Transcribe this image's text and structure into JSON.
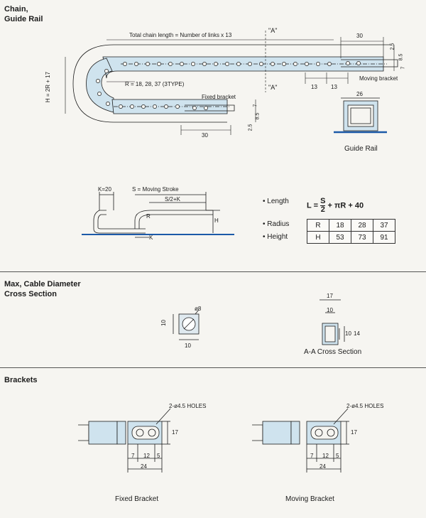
{
  "section_chain": {
    "title_line1": "Chain,",
    "title_line2": "Guide Rail",
    "total_length_label": "Total chain length = Number of links x 13",
    "a_marker": "\"A\"",
    "dim_30": "30",
    "dim_2_5": "2.5",
    "dim_8_5": "8.5",
    "dim_7": "7",
    "moving_bracket": "Moving bracket",
    "dim_13a": "13",
    "dim_13b": "13",
    "radius_label": "R = 18, 28, 37 (3TYPE)",
    "height_label": "H = 2R + 17",
    "fixed_bracket": "Fixed bracket",
    "dim_26": "26",
    "guide_rail": "Guide Rail"
  },
  "stroke": {
    "k20": "K=20",
    "moving_stroke": "S = Moving Stroke",
    "s2k": "S/2+K",
    "r": "R",
    "h": "H",
    "k": "K"
  },
  "formula": {
    "length_label": "Length",
    "l_prefix": "L =",
    "numerator": "S",
    "denominator": "2",
    "tail": "+ πR + 40",
    "radius_label": "Radius",
    "height_label": "Height"
  },
  "rh_table": {
    "rows": [
      [
        "R",
        "18",
        "28",
        "37"
      ],
      [
        "H",
        "53",
        "73",
        "91"
      ]
    ]
  },
  "section_cable": {
    "title_line1": "Max, Cable Diameter",
    "title_line2": "Cross Section",
    "diam": "ø8",
    "dim_10a": "10",
    "dim_10b": "10",
    "dim_17": "17",
    "dim_10c": "10",
    "dim_10d": "10",
    "dim_14": "14",
    "aa_caption": "A-A Cross Section"
  },
  "section_brackets": {
    "title": "Brackets",
    "holes_label": "2-ø4.5 HOLES",
    "dim_17": "17",
    "dim_7": "7",
    "dim_12": "12",
    "dim_5": "5",
    "dim_24": "24",
    "fixed_caption": "Fixed Bracket",
    "moving_caption": "Moving Bracket"
  },
  "colors": {
    "chain_fill": "#cfe3ee",
    "rail_blue": "#1c5aa8",
    "line": "#1c1c1c"
  }
}
